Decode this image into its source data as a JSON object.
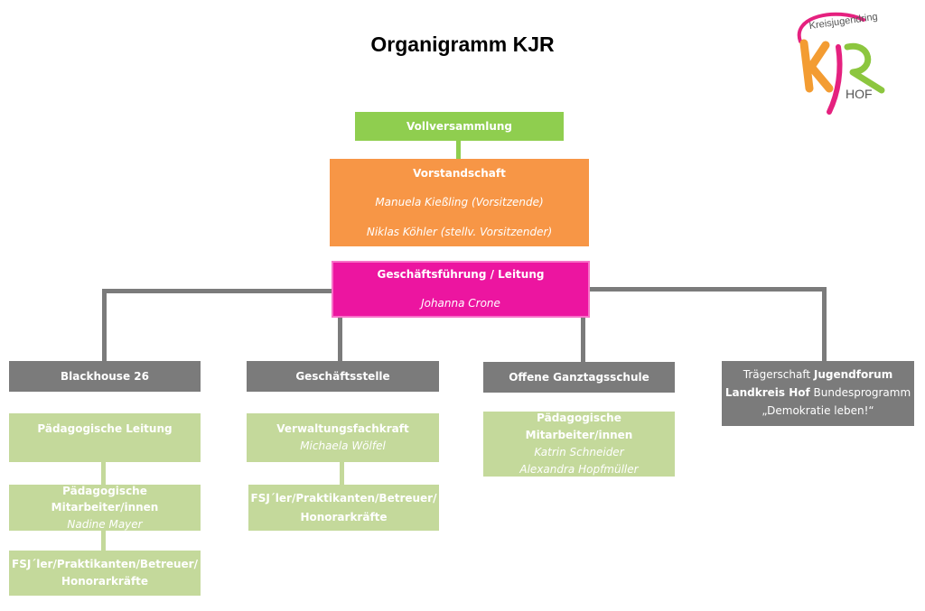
{
  "title": "Organigramm KJR",
  "logo": {
    "arc_text": "Kreisjugendring",
    "letters": "KJR",
    "sub": "HOF",
    "colors": {
      "pink": "#e5217f",
      "orange": "#f39c32",
      "green": "#8cc63f",
      "grey": "#555555"
    }
  },
  "vollversammlung": {
    "label": "Vollversammlung"
  },
  "vorstandschaft": {
    "label": "Vorstandschaft",
    "member1": "Manuela Kießling (Vorsitzende)",
    "member2": "Niklas Köhler (stellv. Vorsitzender)"
  },
  "leitung": {
    "label": "Geschäftsführung / Leitung",
    "name": "Johanna Crone"
  },
  "blackhouse": {
    "label": "Blackhouse 26",
    "paed_leitung": "Pädagogische Leitung",
    "paed_mitarbeiter": "Pädagogische Mitarbeiter/innen",
    "paed_mitarbeiter_name": "Nadine Mayer",
    "fsj_line1": "FSJ´ler/Praktikanten/Betreuer/",
    "fsj_line2": "Honorarkräfte"
  },
  "geschaeftsstelle": {
    "label": "Geschäftsstelle",
    "verwaltung": "Verwaltungsfachkraft",
    "verwaltung_name": "Michaela Wölfel",
    "fsj_line1": "FSJ´ler/Praktikanten/Betreuer/",
    "fsj_line2": "Honorarkräfte"
  },
  "ganztag": {
    "label": "Offene Ganztagsschule",
    "mitarbeiter": "Pädagogische Mitarbeiter/innen",
    "name1": "Katrin Schneider",
    "name2": "Alexandra Hopfmüller"
  },
  "traeger": {
    "part1": "Trägerschaft ",
    "part2": "Jugendforum",
    "part3": "Landkreis Hof",
    "part4": " Bundesprogramm",
    "part5": "„Demokratie leben!“"
  }
}
